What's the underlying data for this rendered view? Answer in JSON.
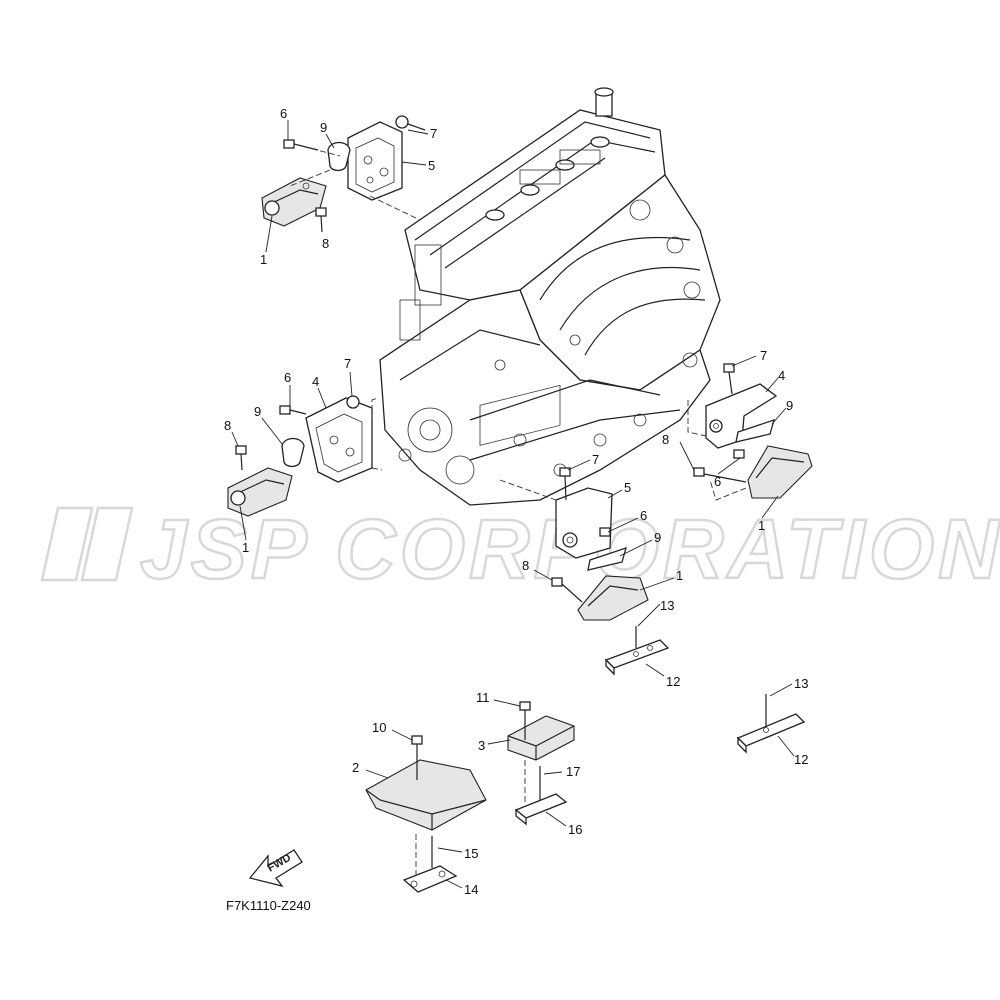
{
  "watermark": {
    "text": "JSP CORPORATION"
  },
  "diagram_code": "F7K1110-Z240",
  "fwd_label": "FWD",
  "callouts": {
    "c1": "6",
    "c2": "9",
    "c3": "7",
    "c4": "5",
    "c5": "1",
    "c6": "8",
    "c7": "6",
    "c8": "7",
    "c9": "4",
    "c10": "9",
    "c11": "8",
    "c12": "1",
    "c13": "7",
    "c14": "4",
    "c15": "9",
    "c16": "8",
    "c17": "6",
    "c18": "1",
    "c19": "7",
    "c20": "5",
    "c21": "6",
    "c22": "9",
    "c23": "8",
    "c24": "1",
    "c25": "13",
    "c26": "12",
    "c27": "11",
    "c28": "3",
    "c29": "10",
    "c30": "2",
    "c31": "17",
    "c32": "16",
    "c33": "13",
    "c34": "12",
    "c35": "15",
    "c36": "14"
  },
  "colors": {
    "line": "#222222",
    "watermark": "#d8d8d8",
    "background": "#ffffff"
  }
}
